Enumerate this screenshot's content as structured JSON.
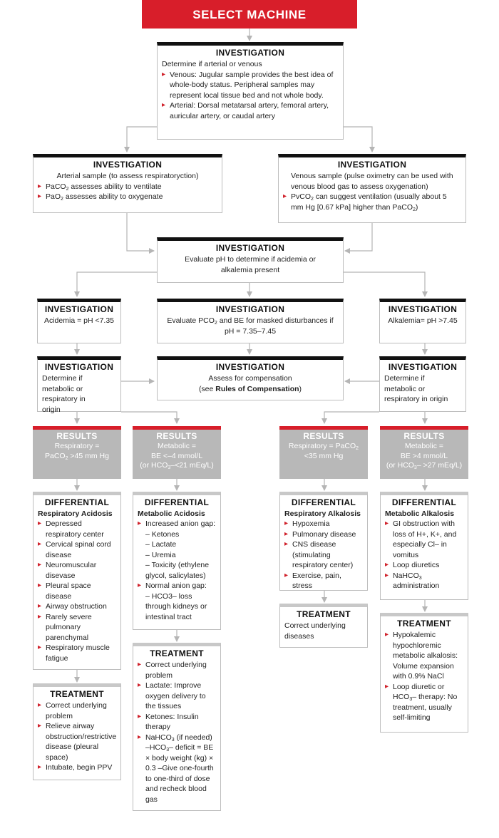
{
  "title": "SELECT MACHINE",
  "heading_investigation": "INVESTIGATION",
  "heading_results": "RESULTS",
  "heading_differential": "DIFFERENTIAL",
  "heading_treatment": "TREATMENT",
  "inv_top": {
    "intro": "Determine if arterial or venous",
    "bullet1": "Venous: Jugular sample provides the best idea of whole-body status. Peripheral samples may represent local tissue bed and not whole body.",
    "bullet2": "Arterial: Dorsal metatarsal artery, femoral artery, auricular artery, or caudal artery"
  },
  "inv_arterial": {
    "intro": "Arterial sample (to assess respiratoryction)",
    "b1_pre": "PaCO",
    "b1_sub": "2",
    "b1_post": " assesses ability to ventilate",
    "b2_pre": "PaO",
    "b2_sub": "2",
    "b2_post": " assesses ability to oxygenate"
  },
  "inv_venous": {
    "intro": "Venous sample (pulse oximetry can be used with venous blood gas to assess oxygenation)",
    "b1_pre": "PvCO",
    "b1_sub": "2",
    "b1_mid": " can suggest ventilation (usually about 5 mm Hg [0.67 kPa] higher than PaCO",
    "b1_sub2": "2",
    "b1_post": ")"
  },
  "inv_ph": {
    "text": "Evaluate pH to determine if acidemia or alkalemia present"
  },
  "inv_acidemia": {
    "text": "Acidemia = pH <7.35"
  },
  "inv_masked": {
    "pre": "Evaluate PCO",
    "sub": "2",
    "post": " and BE for masked  disturbances if pH = 7.35–7.45"
  },
  "inv_alkalemia": {
    "text": "Alkalemia= pH >7.45"
  },
  "inv_origin_left": {
    "text": "Determine if metabolic or respiratory in origin"
  },
  "inv_compensation": {
    "line1": "Assess for compensation",
    "line2_pre": "(see ",
    "line2_bold": "Rules of Compensation",
    "line2_post": ")"
  },
  "inv_origin_right": {
    "text": "Determine if metabolic or respiratory in origin"
  },
  "res_resp_acid": {
    "l1": "Respiratory =",
    "l2_pre": "PaCO",
    "l2_sub": "2",
    "l2_post": " >45 mm Hg"
  },
  "res_met_acid": {
    "l1": "Metabolic =",
    "l2": "BE <–4 mmol/L",
    "l3_pre": "(or HCO",
    "l3_sub": "3",
    "l3_post": "–<21 mEq/L)"
  },
  "res_resp_alk": {
    "l1_pre": "Respiratory = PaCO",
    "l1_sub": "2",
    "l2": "<35 mm Hg"
  },
  "res_met_alk": {
    "l1": "Metabolic =",
    "l2": "BE >4 mmol/L",
    "l3_pre": "(or HCO",
    "l3_sub": "3",
    "l3_post": "– >27 mEq/L)"
  },
  "diff_resp_acid": {
    "name": "Respiratory Acidosis",
    "items": [
      "Depressed respiratory center",
      "Cervical spinal cord disease",
      "Neuromuscular disevase",
      "Pleural space disease",
      "Airway obstruction",
      "Rarely severe pulmonary parenchymal",
      "Respiratory muscle fatigue"
    ]
  },
  "diff_met_acid": {
    "name": "Metabolic Acidosis",
    "b1": "Increased anion gap:",
    "sub1": [
      "– Ketones",
      "– Lactate",
      "– Uremia",
      "– Toxicity (ethylene glycol, salicylates)"
    ],
    "b2": "Normal anion gap:",
    "sub2": "– HCO3– loss through kidneys or intestinal tract"
  },
  "diff_resp_alk": {
    "name": "Respiratory Alkalosis",
    "items": [
      "Hypoxemia",
      "Pulmonary disease",
      "CNS disease (stimulating respiratory center)",
      "Exercise, pain, stress"
    ]
  },
  "diff_met_alk": {
    "name": "Metabolic Alkalosis",
    "items": [
      "GI obstruction with loss of H+, K+, and especially Cl– in vomitus",
      "Loop diuretics"
    ],
    "last_pre": "NaHCO",
    "last_sub": "3",
    "last_post": " administration"
  },
  "treat_resp_acid": {
    "items": [
      "Correct underlying problem",
      "Relieve airway obstruction/restrictive disease (pleural space)",
      "Intubate, begin PPV"
    ]
  },
  "treat_met_acid": {
    "items": [
      "Correct underlying problem",
      "Lactate: Improve oxygen  delivery to the tissues",
      "Ketones: Insulin therapy"
    ],
    "last_pre": "NaHCO",
    "last_sub": "3",
    "last_mid": " (if needed) –HCO",
    "last_sub2": "3",
    "last_post": "– deficit = BE × body weight (kg) × 0.3 –Give one-fourth to one-third of dose and recheck blood gas"
  },
  "treat_resp_alk": {
    "text": "Correct underlying diseases"
  },
  "treat_met_alk": {
    "b1": "Hypokalemic hypochloremic metabolic alkalosis: Volume expansion with 0.9% NaCl",
    "b2_pre": "Loop diuretic or HCO",
    "b2_sub": "3",
    "b2_post": "– therapy: No treatment, usually self-limiting"
  }
}
